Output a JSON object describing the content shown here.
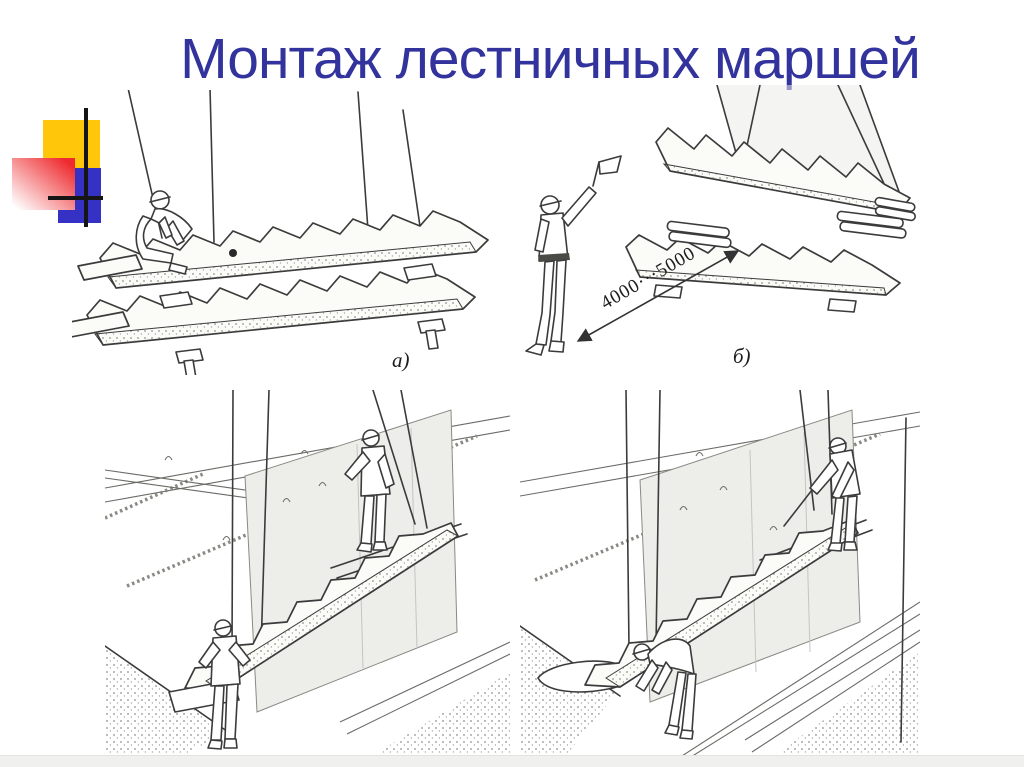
{
  "slide": {
    "title": "Монтаж лестничных маршей",
    "title_color": "#32339c",
    "background_color": "#ffffff"
  },
  "figures": {
    "a": {
      "label": "а)"
    },
    "b": {
      "label": "б)",
      "dimension_label": "4000···5000"
    }
  },
  "decor": {
    "square_yellow": "#ffc60a",
    "square_red": "#ee2c30",
    "square_blue": "#3431c4",
    "crossing_lines": "#151515"
  }
}
